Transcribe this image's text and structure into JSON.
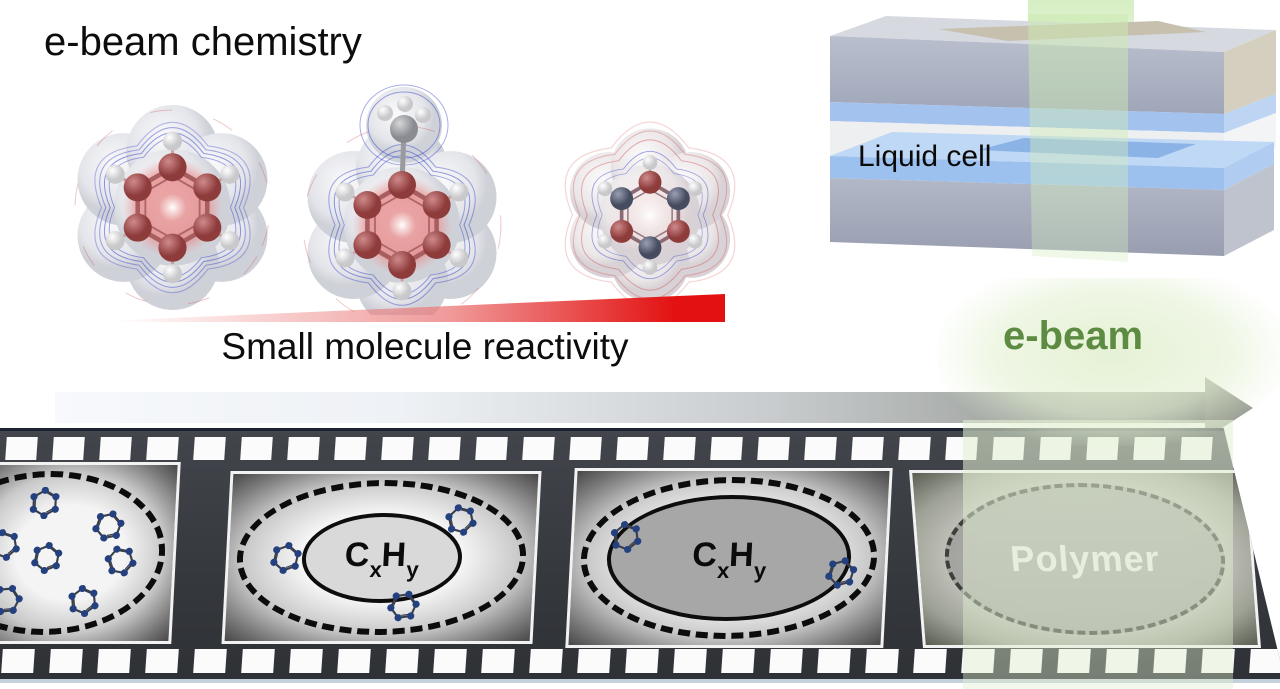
{
  "title": "e-beam chemistry",
  "reactivity": {
    "caption": "Small molecule reactivity",
    "molecules": [
      {
        "icon": "benzene-molecule-icon"
      },
      {
        "icon": "toluene-molecule-icon"
      },
      {
        "icon": "triazine-molecule-icon"
      }
    ]
  },
  "liquid_cell": {
    "label": "Liquid cell"
  },
  "ebeam": {
    "label": "e-beam"
  },
  "filmstrip": {
    "frames": [
      {
        "icon": "dissolved-small-molecules"
      },
      {
        "formula": {
          "c": "C",
          "x": "x",
          "h": "H",
          "y": "y"
        }
      },
      {
        "formula": {
          "c": "C",
          "x": "x",
          "h": "H",
          "y": "y"
        }
      },
      {
        "label": "Polymer"
      }
    ]
  },
  "palette": {
    "ebeam_green": "#5d8b42",
    "glow_green": "#e4f1d3",
    "reactivity_red": "#e31111",
    "strip_dark": "#35383d",
    "sprocket_white": "#fbfbfb",
    "carbon_red": "#9c4444",
    "ring_nitrogen_blue": "#5c6377",
    "membrane_blue": "#a3c2ee",
    "hexagon_dot_blue": "#24407e",
    "slab_gray": "#a9b0c2"
  }
}
